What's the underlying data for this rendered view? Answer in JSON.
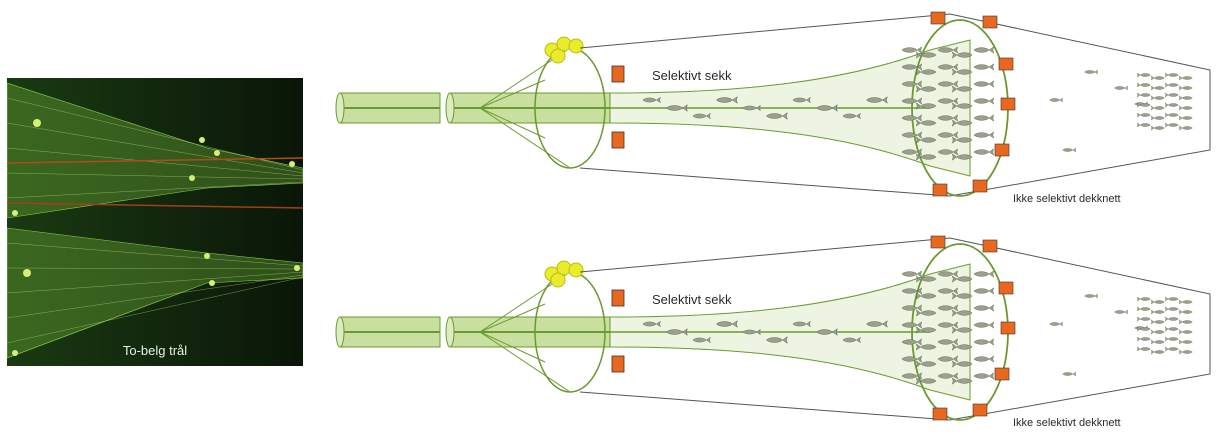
{
  "photo": {
    "caption": "To-belg trål"
  },
  "diagrams": [
    {
      "sack_label": "Selektivt sekk",
      "cover_label": "Ikke selektivt dekknett"
    },
    {
      "sack_label": "Selektivt sekk",
      "cover_label": "Ikke selektivt dekknett"
    }
  ],
  "colors": {
    "net": "#6a9a2e",
    "tube": "#c9dfa0",
    "orange": "#e8691e",
    "float": "#e8ec2a",
    "fish": "#9aa08a"
  }
}
